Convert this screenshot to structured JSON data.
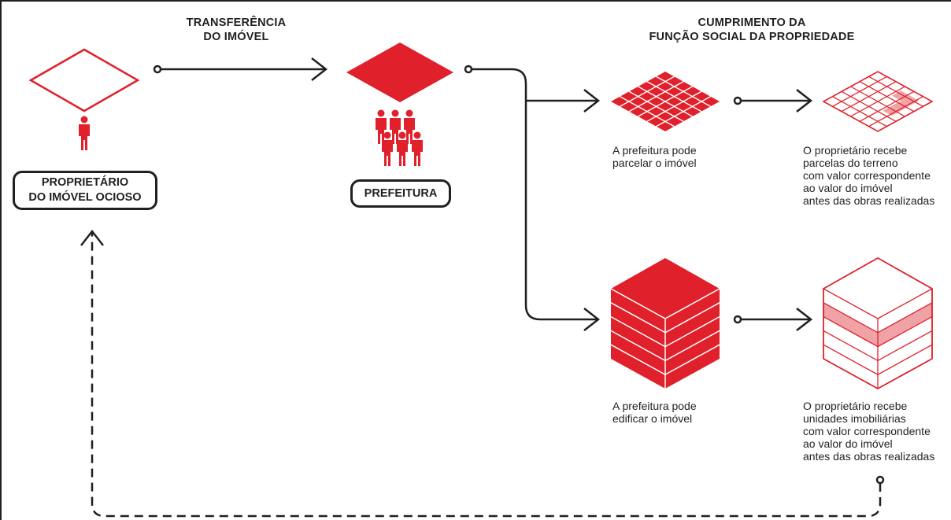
{
  "colors": {
    "accent": "#e0202a",
    "ink": "#231f20",
    "light_red": "#f0a3a6"
  },
  "headings": {
    "transfer": [
      "TRANSFERÊNCIA",
      "DO IMÓVEL"
    ],
    "social": [
      "CUMPRIMENTO DA",
      "FUNÇÃO SOCIAL DA PROPRIEDADE"
    ]
  },
  "nodes": {
    "owner": {
      "lines": [
        "PROPRIETÁRIO",
        "DO IMÓVEL OCIOSO"
      ],
      "icon": "person-icon"
    },
    "city": {
      "lines": [
        "PREFEITURA"
      ],
      "icon": "people-group-icon"
    }
  },
  "outcomes": {
    "parcel": {
      "icon": "grid-parcel-icon",
      "city_text": [
        "A prefeitura pode",
        "parcelar o imóvel"
      ],
      "owner_icon": "grid-outline-icon",
      "owner_text": [
        "O proprietário recebe",
        "parcelas do terreno",
        "com valor correspondente",
        "ao valor do imóvel",
        "antes das obras realizadas"
      ]
    },
    "build": {
      "icon": "building-cube-icon",
      "city_text": [
        "A prefeitura pode",
        "edificar o imóvel"
      ],
      "owner_icon": "building-outline-icon",
      "owner_text": [
        "O proprietário recebe",
        "unidades imobiliárias",
        "com valor correspondente",
        "ao valor do imóvel",
        "antes das obras realizadas"
      ]
    }
  }
}
